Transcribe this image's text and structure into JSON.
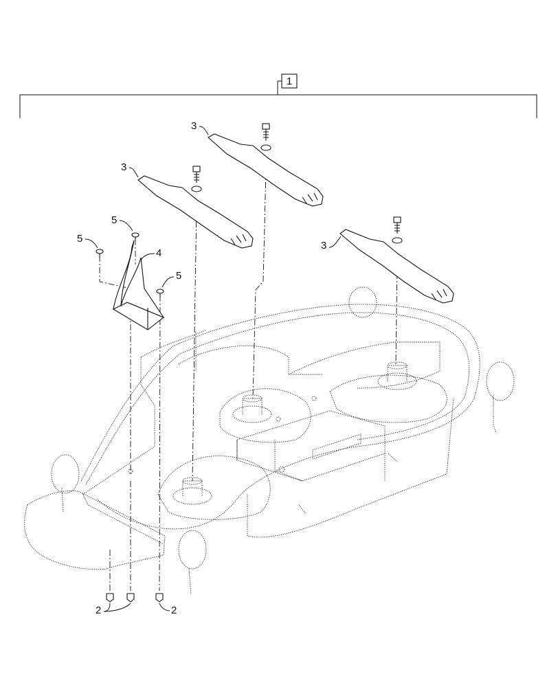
{
  "diagram": {
    "assembly_callout": "1",
    "callouts": {
      "blade_a": "3",
      "blade_b": "3",
      "blade_c": "3",
      "deflector": "4",
      "bolt_a": "5",
      "bolt_b": "5",
      "bolt_c": "5",
      "nut_pair": "2",
      "nut_single": "2"
    }
  }
}
